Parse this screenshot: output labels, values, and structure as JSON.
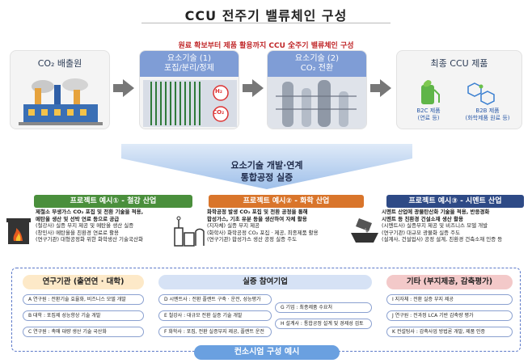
{
  "title": "CCU 전주기 밸류체인 구성",
  "subtitle": "원료 확보부터 제품 활용까지 CCU 全주기 밸류체인 구성",
  "stages": [
    {
      "line1": "CO₂ 배출원",
      "line2": ""
    },
    {
      "line1": "요소기술 (1)",
      "line2": "포집/분리/정제"
    },
    {
      "line1": "요소기술 (2)",
      "line2": "CO₂ 전환"
    },
    {
      "line1": "최종 CCU 제품",
      "line2": ""
    }
  ],
  "stage_badges": {
    "h2": "H₂",
    "co2": "CO₂"
  },
  "products": {
    "b2c_line1": "B2C 제품",
    "b2c_line2": "(연료 등)",
    "b2b_line1": "B2B 제품",
    "b2b_line2": "(화학제품 원료 등)"
  },
  "middle": {
    "line1": "요소기술 개발·연계",
    "line2": "통합공정 실증"
  },
  "examples": [
    {
      "head": "프로젝트 예시① - 철강 산업",
      "color": "#4a8f3c",
      "lead": [
        "제철소 부생가스 CO₂ 포집 및 전환 기술을 적용,",
        "메탄올 생산 및 선박 연료 등으로 공급"
      ],
      "items": [
        "(철강사) 실증 부지 제공 및 메탄올 생산 실증",
        "(창민사) 메탄올을 친환경 연료로 활용",
        "(연구기관) 대형공정화 위한 화학생산 기술국산화"
      ]
    },
    {
      "head": "프로젝트 예시② - 화학 산업",
      "color": "#d9752b",
      "lead": [
        "화학공정 발생 CO₂ 포집 및 전환 공정을 통해",
        "합성가스, 기초 유분 등을 생산하여 자체 활용"
      ],
      "items": [
        "(지자체) 실증 부지 제공",
        "(화학사) 화학공정 CO₂ 포집 · 제공, 최종제품 활용",
        "(연구기관) 합성가스 생산 공정 실증 주도"
      ]
    },
    {
      "head": "프로젝트 예시③ - 시멘트 산업",
      "color": "#2e4a86",
      "lead": [
        "시멘트 산업에 광물탄산화 기술을 적용, 반응경화",
        "시멘트 등 친환경 건설소재 생산 활용"
      ],
      "items": [
        "(시멘트사) 실증부지 제공 및 비즈니스 모델 개발",
        "(연구기관) 대규모 광물화 실증 주도",
        "(설계사, 건설업사) 공정 설계, 친환경 건축소재 인증 등"
      ]
    }
  ],
  "consortium": {
    "col1_head": "연구기관 (출연연 · 대학)",
    "col1_items": [
      "A 연구원 : 전환기술 효율화, 비즈니스 모델 개발",
      "B 대학 : 포집제 성능향상 기술 개발",
      "C 연구원 : 촉매 대량 생산 기술 국산화"
    ],
    "col2_head": "실증 참여기업",
    "col2_left": [
      "D 시멘트사 : 전환 플랜트 구축 · 운전, 성능평가",
      "E 철강사 : 대규모 전환 실증 기술 개발",
      "F 화학사 : 포집, 전환 실증부지 제공, 플랜트 운전"
    ],
    "col2_right": [
      "G 기업 : 최종제품 수요처",
      "H 설계사 : 통합공정 설계 및 경제성 검토"
    ],
    "col3_head": "기타 (부지제공, 감축평가)",
    "col3_items": [
      "I 지자체 : 전환 실증 부지 제공",
      "J 연구원 : 전과정 LCA 기반 감축량 평가",
      "K 컨설팅사 : 감축사업 방법론 개발, 제품 인증"
    ],
    "title": "컨소시엄 구성 예시"
  }
}
